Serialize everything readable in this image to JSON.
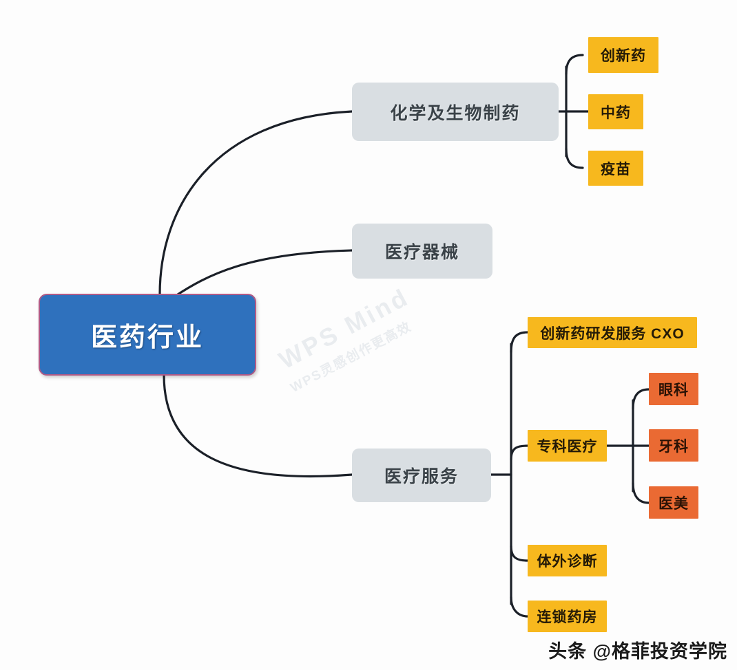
{
  "diagram": {
    "title": "医药行业",
    "type": "mind-map",
    "root": {
      "label": "医药行业",
      "color": "#2f71bd",
      "border_color": "#b05a86",
      "text_color": "#ffffff"
    },
    "branches": [
      {
        "label": "化学及生物制药",
        "color": "#d9dee2",
        "children": [
          {
            "label": "创新药",
            "color": "#f7b81e"
          },
          {
            "label": "中药",
            "color": "#f7b81e"
          },
          {
            "label": "疫苗",
            "color": "#f7b81e"
          }
        ]
      },
      {
        "label": "医疗器械",
        "color": "#d9dee2",
        "children": []
      },
      {
        "label": "医疗服务",
        "color": "#d9dee2",
        "children": [
          {
            "label": "创新药研发服务 CXO",
            "color": "#f7b81e",
            "children": []
          },
          {
            "label": "专科医疗",
            "color": "#f7b81e",
            "children": [
              {
                "label": "眼科",
                "color": "#ea6a33"
              },
              {
                "label": "牙科",
                "color": "#ea6a33"
              },
              {
                "label": "医美",
                "color": "#ea6a33"
              }
            ]
          },
          {
            "label": "体外诊断",
            "color": "#f7b81e",
            "children": []
          },
          {
            "label": "连锁药房",
            "color": "#f7b81e",
            "children": []
          }
        ]
      }
    ]
  },
  "watermark": {
    "main": "WPS Mind",
    "sub": "WPS灵感创作更高效"
  },
  "attribution": {
    "text": "头条 @格菲投资学院"
  }
}
